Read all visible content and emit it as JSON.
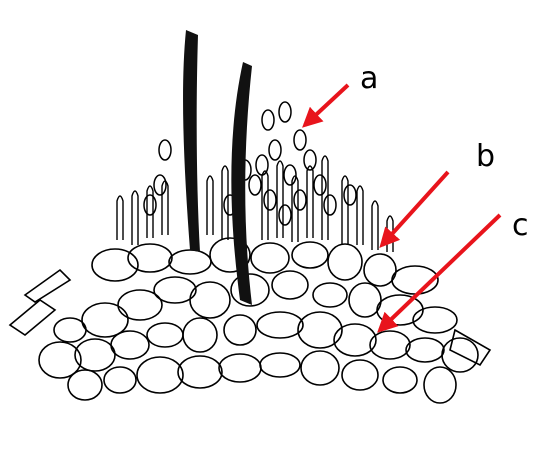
{
  "labels": {
    "a": "a",
    "b": "b",
    "c": "c"
  },
  "colors": {
    "outline": "#000000",
    "arrow": "#e8141c",
    "seta": "#111111"
  }
}
